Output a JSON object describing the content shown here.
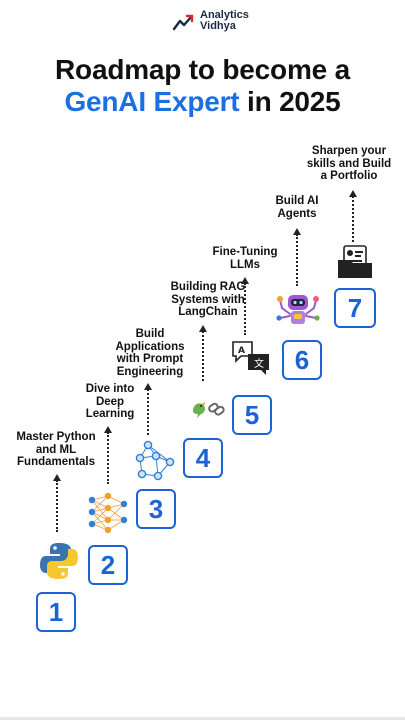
{
  "brand": {
    "line1": "Analytics",
    "line2": "Vidhya"
  },
  "title": {
    "line1": "Roadmap to become a",
    "accent": "GenAI Expert",
    "rest": " in 2025"
  },
  "steps": [
    {
      "number": "1",
      "label_lines": [
        "Master Python",
        "and ML",
        "Fundamentals"
      ],
      "icon": "python-logo-icon"
    },
    {
      "number": "2",
      "label_lines": [
        "Dive into",
        "Deep",
        "Learning"
      ],
      "icon": "neural-network-icon"
    },
    {
      "number": "3",
      "label_lines": [
        "Build",
        "Applications",
        "with Prompt",
        "Engineering"
      ],
      "icon": "network-graph-icon"
    },
    {
      "number": "4",
      "label_lines": [
        "Building RAG",
        "Systems with",
        "LangChain"
      ],
      "icon": "langchain-parrot-icon"
    },
    {
      "number": "5",
      "label_lines": [
        "Fine-Tuning",
        "LLMs"
      ],
      "icon": "translation-chat-icon"
    },
    {
      "number": "6",
      "label_lines": [
        "Build AI",
        "Agents"
      ],
      "icon": "ai-agent-robot-icon"
    },
    {
      "number": "7",
      "label_lines": [
        "Sharpen your",
        "skills and Build",
        "a Portfolio"
      ],
      "icon": "portfolio-folder-icon"
    }
  ],
  "colors": {
    "accent": "#1c6fe0",
    "box_border": "#1c63d6",
    "text": "#111111"
  }
}
